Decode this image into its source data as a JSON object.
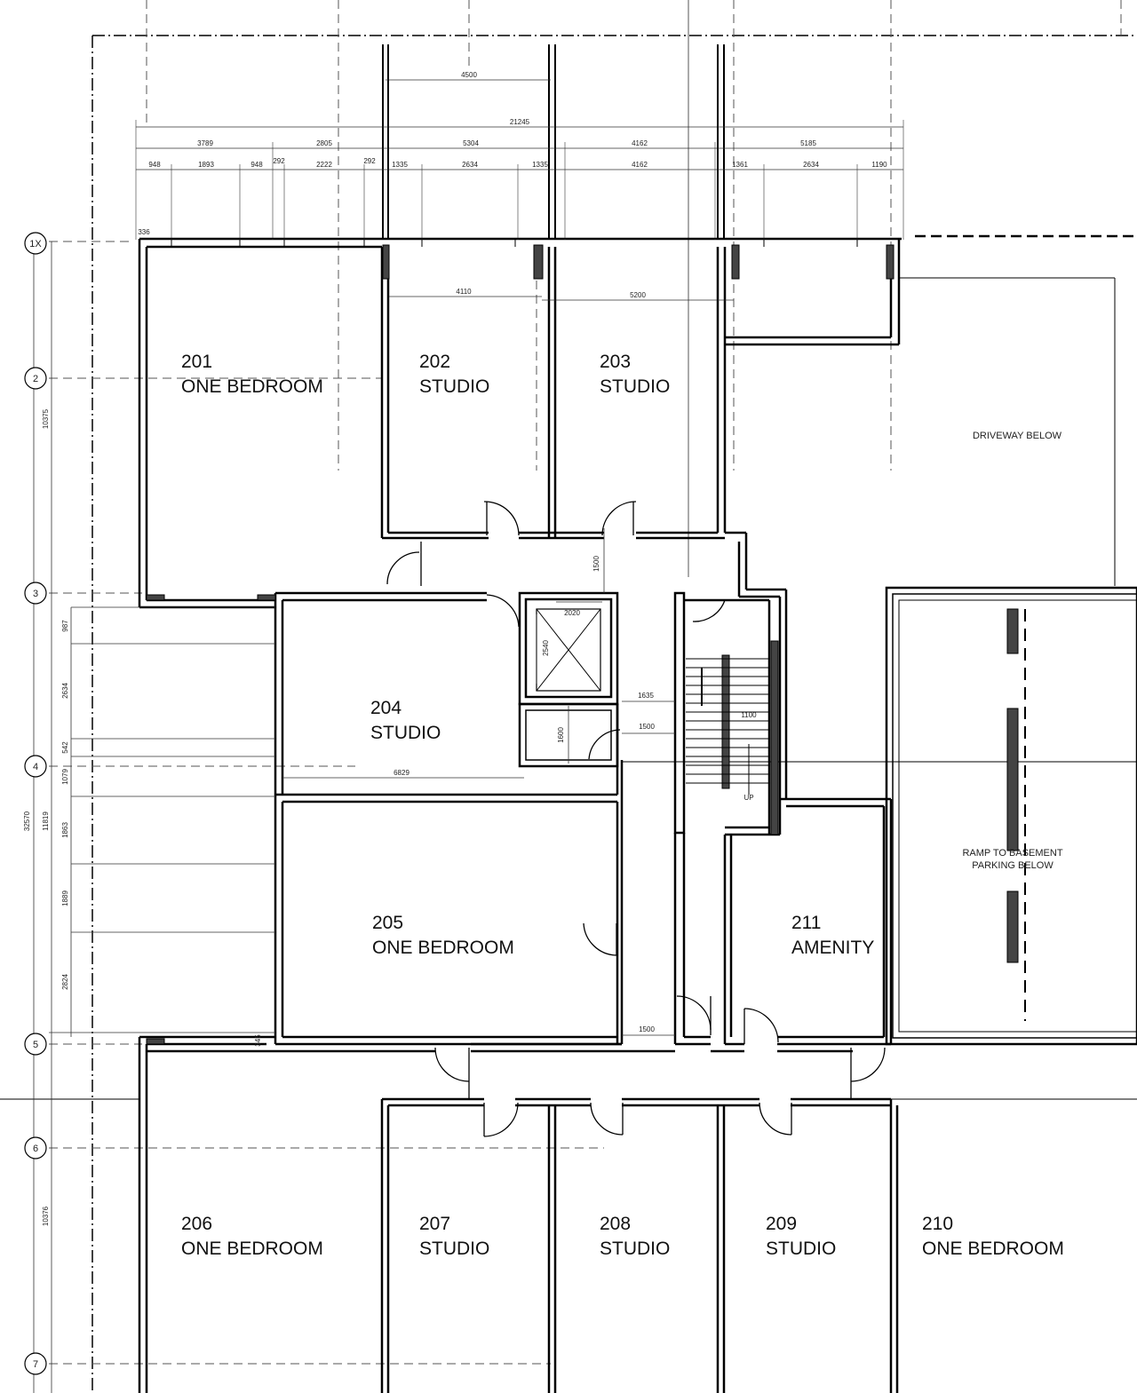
{
  "rooms": [
    {
      "id": "r201",
      "number": "201",
      "type": "ONE BEDROOM"
    },
    {
      "id": "r202",
      "number": "202",
      "type": "STUDIO"
    },
    {
      "id": "r203",
      "number": "203",
      "type": "STUDIO"
    },
    {
      "id": "r204",
      "number": "204",
      "type": "STUDIO"
    },
    {
      "id": "r205",
      "number": "205",
      "type": "ONE BEDROOM"
    },
    {
      "id": "r206",
      "number": "206",
      "type": "ONE BEDROOM"
    },
    {
      "id": "r207",
      "number": "207",
      "type": "STUDIO"
    },
    {
      "id": "r208",
      "number": "208",
      "type": "STUDIO"
    },
    {
      "id": "r209",
      "number": "209",
      "type": "STUDIO"
    },
    {
      "id": "r210",
      "number": "210",
      "type": "ONE BEDROOM"
    },
    {
      "id": "r211",
      "number": "211",
      "type": "AMENITY"
    }
  ],
  "notes": {
    "driveway": "DRIVEWAY BELOW",
    "ramp_line1": "RAMP TO BASEMENT",
    "ramp_line2": "PARKING BELOW",
    "stair_up": "UP"
  },
  "grid_labels": [
    "1X",
    "2",
    "3",
    "4",
    "5",
    "6",
    "7"
  ],
  "dimensions": {
    "top_overall": "21245",
    "top_opening": "4500",
    "top_row1": [
      "3789",
      "2805",
      "5304",
      "4162",
      "5185"
    ],
    "top_row2": [
      "948",
      "1893",
      "948",
      "292",
      "2222",
      "292",
      "1335",
      "2634",
      "1335",
      "4162",
      "1361",
      "2634",
      "1190"
    ],
    "corner": "336",
    "inner_202": "4110",
    "inner_203": "5200",
    "corridor_1500_a": "1500",
    "elevator_w": "2020",
    "elevator_h": "2540",
    "lobby_1635": "1635",
    "lobby_1500": "1500",
    "lobby_1600": "1600",
    "stair_1100": "1100",
    "room204_w": "6829",
    "corridor_1500_b": "1500",
    "left_chain": [
      "987",
      "2634",
      "542",
      "1079",
      "1863",
      "1889",
      "2824"
    ],
    "left_10375": "10375",
    "left_11819": "11819",
    "left_32570": "32570",
    "left_10376": "10376",
    "small_345": "345"
  }
}
